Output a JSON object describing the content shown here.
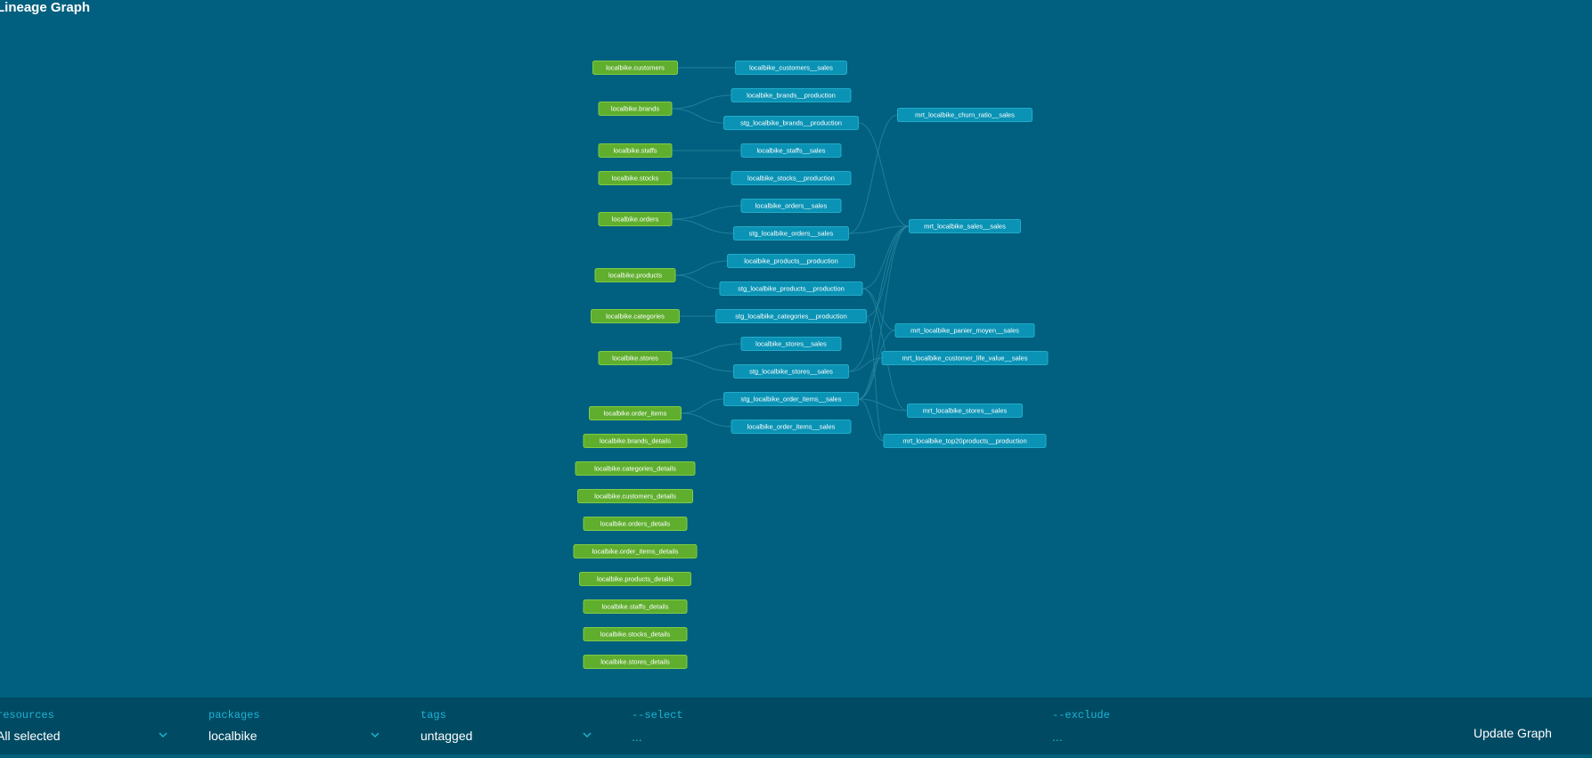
{
  "header": {
    "title": "Lineage Graph"
  },
  "graph": {
    "nodes": [
      {
        "id": "src_customers",
        "label": "localbike.customers",
        "kind": "source"
      },
      {
        "id": "src_brands",
        "label": "localbike.brands",
        "kind": "source"
      },
      {
        "id": "src_staffs",
        "label": "localbike.staffs",
        "kind": "source"
      },
      {
        "id": "src_stocks",
        "label": "localbike.stocks",
        "kind": "source"
      },
      {
        "id": "src_orders",
        "label": "localbike.orders",
        "kind": "source"
      },
      {
        "id": "src_products",
        "label": "localbike.products",
        "kind": "source"
      },
      {
        "id": "src_categories",
        "label": "localbike.categories",
        "kind": "source"
      },
      {
        "id": "src_stores",
        "label": "localbike.stores",
        "kind": "source"
      },
      {
        "id": "src_order_items",
        "label": "localbike.order_items",
        "kind": "source"
      },
      {
        "id": "src_brands_details",
        "label": "localbike.brands_details",
        "kind": "source"
      },
      {
        "id": "src_categories_details",
        "label": "localbike.categories_details",
        "kind": "source"
      },
      {
        "id": "src_customers_details",
        "label": "localbike.customers_details",
        "kind": "source"
      },
      {
        "id": "src_orders_details",
        "label": "localbike.orders_details",
        "kind": "source"
      },
      {
        "id": "src_order_items_details",
        "label": "localbike.order_items_details",
        "kind": "source"
      },
      {
        "id": "src_products_details",
        "label": "localbike.products_details",
        "kind": "source"
      },
      {
        "id": "src_staffs_details",
        "label": "localbike.staffs_details",
        "kind": "source"
      },
      {
        "id": "src_stocks_details",
        "label": "localbike.stocks_details",
        "kind": "source"
      },
      {
        "id": "src_stores_details",
        "label": "localbike.stores_details",
        "kind": "source"
      },
      {
        "id": "m_customers_sales",
        "label": "localbike_customers__sales",
        "kind": "model"
      },
      {
        "id": "m_brands_production",
        "label": "localbike_brands__production",
        "kind": "model"
      },
      {
        "id": "stg_brands_production",
        "label": "stg_localbike_brands__production",
        "kind": "model"
      },
      {
        "id": "m_staffs_sales",
        "label": "localbike_staffs__sales",
        "kind": "model"
      },
      {
        "id": "m_stocks_production",
        "label": "localbike_stocks__production",
        "kind": "model"
      },
      {
        "id": "m_orders_sales",
        "label": "localbike_orders__sales",
        "kind": "model"
      },
      {
        "id": "stg_orders_sales",
        "label": "stg_localbike_orders__sales",
        "kind": "model"
      },
      {
        "id": "m_products_production",
        "label": "localbike_products__production",
        "kind": "model"
      },
      {
        "id": "stg_products_production",
        "label": "stg_localbike_products__production",
        "kind": "model"
      },
      {
        "id": "stg_categories_production",
        "label": "stg_localbike_categories__production",
        "kind": "model"
      },
      {
        "id": "m_stores_sales",
        "label": "localbike_stores__sales",
        "kind": "model"
      },
      {
        "id": "stg_stores_sales",
        "label": "stg_localbike_stores__sales",
        "kind": "model"
      },
      {
        "id": "stg_order_items_sales",
        "label": "stg_localbike_order_items__sales",
        "kind": "model"
      },
      {
        "id": "m_order_items_sales",
        "label": "localbike_order_items__sales",
        "kind": "model"
      },
      {
        "id": "mrt_churn",
        "label": "mrt_localbike_churn_ratio__sales",
        "kind": "model"
      },
      {
        "id": "mrt_sales",
        "label": "mrt_localbike_sales__sales",
        "kind": "model"
      },
      {
        "id": "mrt_panier",
        "label": "mrt_localbike_panier_moyen__sales",
        "kind": "model"
      },
      {
        "id": "mrt_clv",
        "label": "mrt_localbike_customer_life_value__sales",
        "kind": "model"
      },
      {
        "id": "mrt_stores",
        "label": "mrt_localbike_stores__sales",
        "kind": "model"
      },
      {
        "id": "mrt_top20",
        "label": "mrt_localbike_top20products__production",
        "kind": "model"
      }
    ],
    "edges": [
      [
        "src_customers",
        "m_customers_sales"
      ],
      [
        "src_brands",
        "m_brands_production"
      ],
      [
        "src_brands",
        "stg_brands_production"
      ],
      [
        "src_staffs",
        "m_staffs_sales"
      ],
      [
        "src_stocks",
        "m_stocks_production"
      ],
      [
        "src_orders",
        "m_orders_sales"
      ],
      [
        "src_orders",
        "stg_orders_sales"
      ],
      [
        "src_products",
        "m_products_production"
      ],
      [
        "src_products",
        "stg_products_production"
      ],
      [
        "src_categories",
        "stg_categories_production"
      ],
      [
        "src_stores",
        "m_stores_sales"
      ],
      [
        "src_stores",
        "stg_stores_sales"
      ],
      [
        "src_order_items",
        "stg_order_items_sales"
      ],
      [
        "src_order_items",
        "m_order_items_sales"
      ],
      [
        "stg_orders_sales",
        "mrt_churn"
      ],
      [
        "stg_brands_production",
        "mrt_sales"
      ],
      [
        "stg_orders_sales",
        "mrt_sales"
      ],
      [
        "stg_products_production",
        "mrt_sales"
      ],
      [
        "stg_categories_production",
        "mrt_sales"
      ],
      [
        "stg_stores_sales",
        "mrt_sales"
      ],
      [
        "stg_order_items_sales",
        "mrt_sales"
      ],
      [
        "stg_products_production",
        "mrt_panier"
      ],
      [
        "stg_order_items_sales",
        "mrt_panier"
      ],
      [
        "stg_stores_sales",
        "mrt_clv"
      ],
      [
        "stg_order_items_sales",
        "mrt_clv"
      ],
      [
        "stg_order_items_sales",
        "mrt_stores"
      ],
      [
        "stg_products_production",
        "mrt_stores"
      ],
      [
        "stg_order_items_sales",
        "mrt_top20"
      ],
      [
        "stg_categories_production",
        "mrt_top20"
      ]
    ]
  },
  "toolbar": {
    "resources": {
      "label": "resources",
      "value": "All selected"
    },
    "packages": {
      "label": "packages",
      "value": "localbike"
    },
    "tags": {
      "label": "tags",
      "value": "untagged"
    },
    "select": {
      "label": "--select",
      "placeholder": "..."
    },
    "exclude": {
      "label": "--exclude",
      "placeholder": "..."
    },
    "update_label": "Update Graph"
  },
  "colors": {
    "background": "#01607f",
    "toolbar": "#004b63",
    "source_node": "#5fae2e",
    "model_node": "#0a93b5",
    "label_accent": "#1fb3d6"
  }
}
